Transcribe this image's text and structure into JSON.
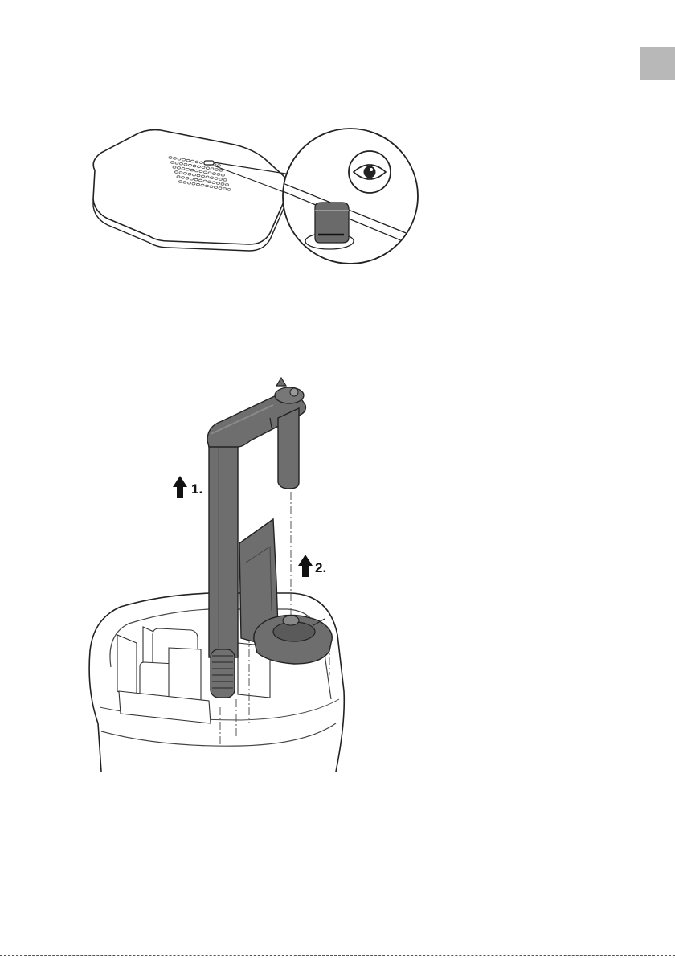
{
  "language_tab": {
    "color": "#b8b8b8"
  },
  "figure_lid": {
    "icon": "eye-icon",
    "detail": "magnified-slider-detail"
  },
  "figure_tube": {
    "steps": [
      {
        "label": "1.",
        "icon": "up-arrow-icon"
      },
      {
        "label": "2.",
        "icon": "up-arrow-icon"
      }
    ],
    "part_color": "#6e6e6e"
  }
}
